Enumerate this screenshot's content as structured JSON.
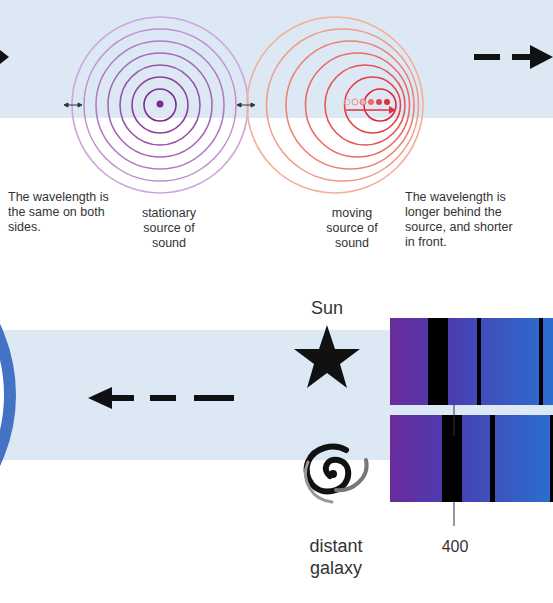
{
  "diagram": {
    "labels": [
      "The wavelength is the same on both sides.",
      "stationary source of sound",
      "moving source of sound",
      "The wavelength is longer behind the source, and shorter in front.",
      "Sun",
      "distant galaxy",
      "400"
    ]
  }
}
